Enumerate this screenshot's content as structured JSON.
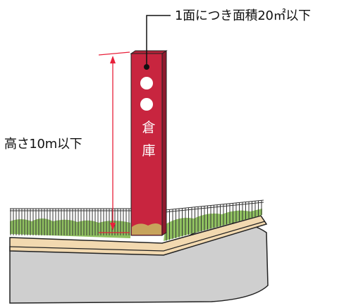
{
  "labels": {
    "area_limit": "1面につき面積20㎡以下",
    "height_limit": "高さ10m以下"
  },
  "sign": {
    "text_line1": "倉",
    "text_line2": "庫",
    "dots": 3,
    "color": "#c8253f",
    "side_color": "#8f1a2e"
  },
  "colors": {
    "dimension_line": "#e8203a",
    "leader_line": "#111111",
    "ground_top": "#f2d9b0",
    "ground_side": "#cfcfcf",
    "grass": "#8fc060",
    "fence": "#333333"
  }
}
